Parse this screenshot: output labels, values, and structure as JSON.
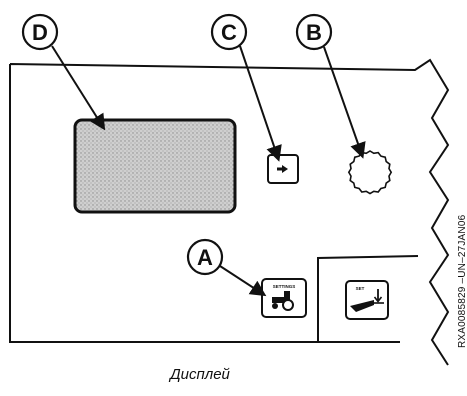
{
  "callouts": [
    {
      "id": "A",
      "target": "settings-button"
    },
    {
      "id": "B",
      "target": "rotary-knob"
    },
    {
      "id": "C",
      "target": "back-button"
    },
    {
      "id": "D",
      "target": "display-screen"
    }
  ],
  "buttons": {
    "settings_label": "SETTINGS",
    "set_label": "SET"
  },
  "caption": "Дисплей",
  "side_reference": "RXA0085829  –UN–27JAN06"
}
